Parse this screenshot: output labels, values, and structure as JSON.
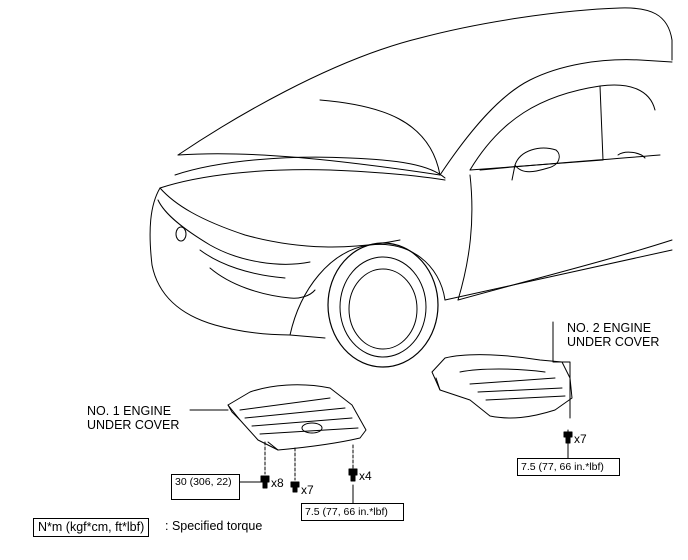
{
  "callouts": {
    "cover1_label": "NO. 1 ENGINE\nUNDER COVER",
    "cover2_label": "NO. 2 ENGINE\nUNDER COVER"
  },
  "torque": {
    "t1": "30 (306,\n22)",
    "t2": "7.5 (77, 66 in.*lbf)",
    "t3": "7.5 (77, 66 in.*lbf)"
  },
  "quantities": {
    "q_x8": "x8",
    "q_x7a": "x7",
    "q_x4": "x4",
    "q_x7b": "x7"
  },
  "legend": {
    "units": "N*m (kgf*cm, ft*lbf)",
    "description": ": Specified torque"
  }
}
